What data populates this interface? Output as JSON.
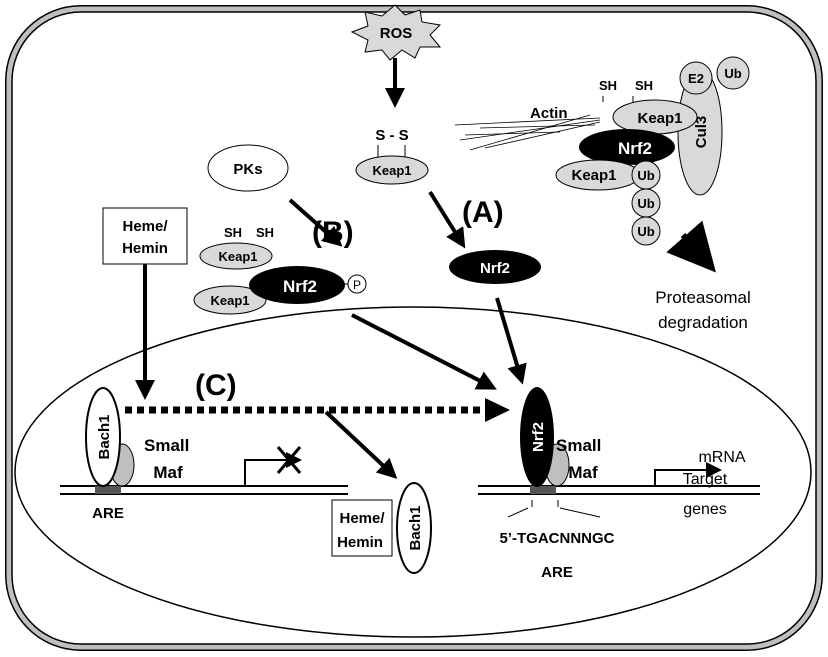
{
  "labels": {
    "ros": "ROS",
    "s_s": "S - S",
    "keap1": "Keap1",
    "nrf2": "Nrf2",
    "sh": "SH",
    "actin": "Actin",
    "cul3": "Cul3",
    "e2": "E2",
    "ub": "Ub",
    "proteasomal": "Proteasomal",
    "degradation": "degradation",
    "pks": "PKs",
    "p": "P",
    "path_a": "(A)",
    "path_b": "(B)",
    "path_c": "(C)",
    "heme_line1": "Heme/",
    "heme_line2": "Hemin",
    "bach1": "Bach1",
    "small": "Small",
    "maf": "Maf",
    "are": "ARE",
    "mrna": "mRNA",
    "target": "Target",
    "genes": "genes",
    "sequence": "5’-TGACNNNGC"
  },
  "colors": {
    "protein_fill": "#d9d9d9",
    "nrf2_fill": "#000000",
    "cell_border": "#bfbfbf",
    "are_box": "#555555"
  }
}
